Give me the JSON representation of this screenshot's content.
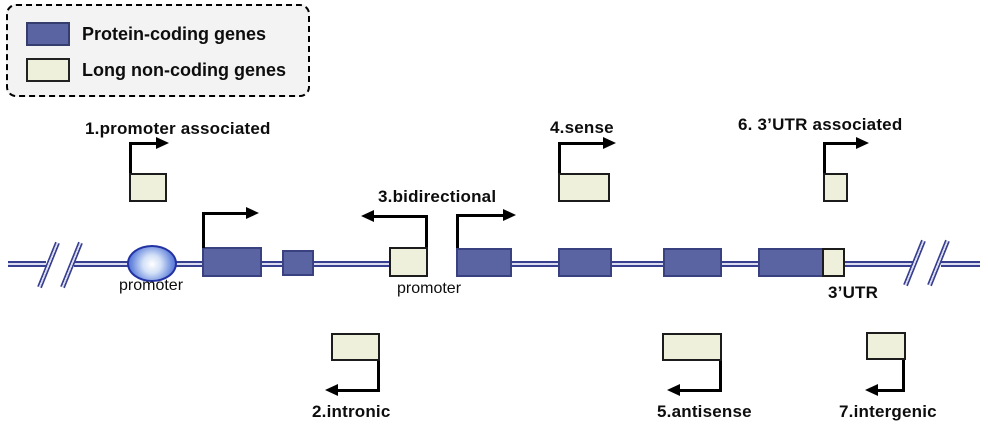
{
  "legend": {
    "items": [
      {
        "label": "Protein-coding genes",
        "swatch_color": "#5a64a2"
      },
      {
        "label": "Long non-coding genes",
        "swatch_color": "#eef0dc"
      }
    ]
  },
  "labels": {
    "promoter_associated": "1.promoter associated",
    "intronic": "2.intronic",
    "bidirectional": "3.bidirectional",
    "sense": "4.sense",
    "antisense": "5.antisense",
    "utr_associated": "6. 3’UTR associated",
    "intergenic": "7.intergenic",
    "promoter_left": "promoter",
    "promoter_bidirectional": "promoter",
    "utr3": "3’UTR"
  },
  "colors": {
    "protein_coding_fill": "#5a64a2",
    "protein_coding_border": "#3a4180",
    "lncrna_fill": "#eef0dc",
    "lncrna_border": "#1c1c1c",
    "dna_line": "#383f8e",
    "dna_line_core": "#dadcf2",
    "promoter_oval": "#3b57cc",
    "arrow": "#000000",
    "legend_background": "#f3f3f3"
  }
}
